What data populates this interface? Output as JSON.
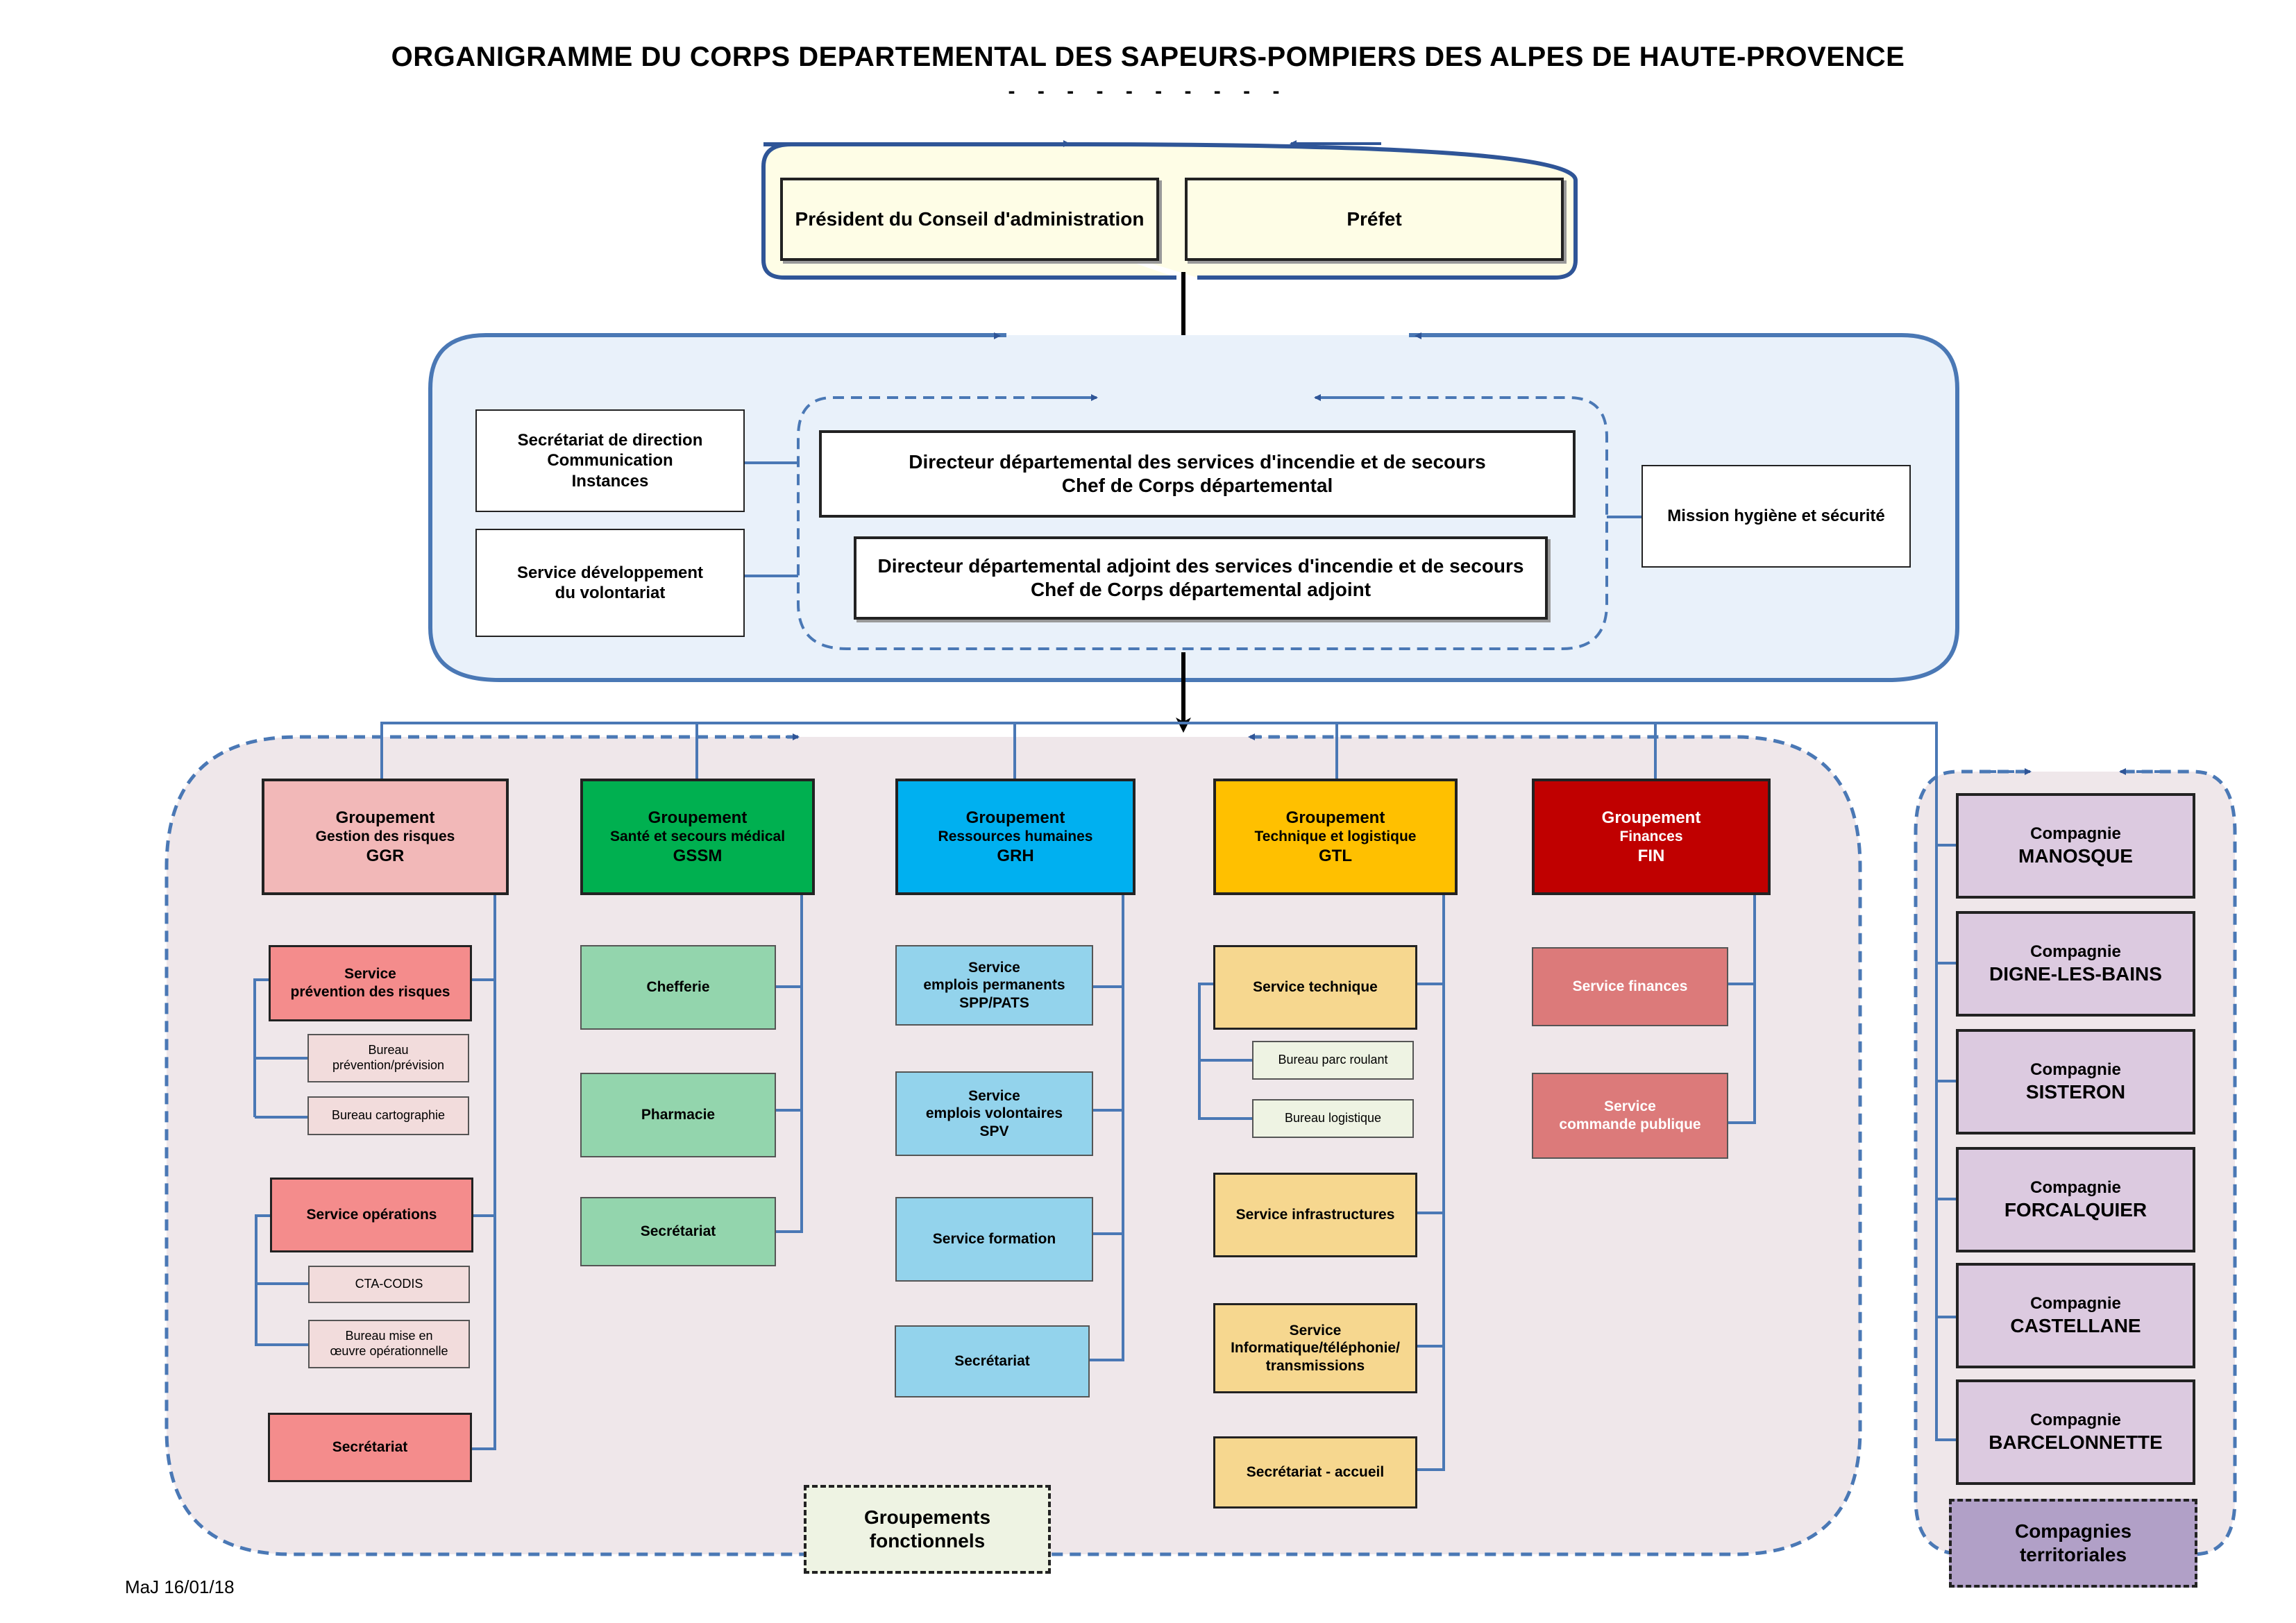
{
  "title": "Organigramme du Corps departemental des sapeurs-pompiers des Alpes de Haute-Provence",
  "title_display": "ORGANIGRAMME DU CORPS DEPARTEMENTAL DES SAPEURS-POMPIERS DES ALPES DE HAUTE-PROVENCE",
  "title_underline": "- - - - - - - - - -",
  "top": {
    "president": "Président du Conseil d'administration",
    "prefet": "Préfet"
  },
  "direction": {
    "secretariat": "Secrétariat de direction\nCommunication\nInstances",
    "volontariat": "Service développement\ndu volontariat",
    "directeur": "Directeur départemental des services d'incendie et de secours\nChef de Corps départemental",
    "directeur_adjoint": "Directeur départemental adjoint des services d'incendie et de secours\nChef de Corps départemental adjoint",
    "mission": "Mission hygiène et sécurité"
  },
  "groupements": {
    "ggr": {
      "title": "Groupement",
      "sub": "Gestion des risques",
      "code": "GGR",
      "color": "#f2b8b8"
    },
    "gssm": {
      "title": "Groupement",
      "sub": "Santé et secours médical",
      "code": "GSSM",
      "color": "#00b050"
    },
    "grh": {
      "title": "Groupement",
      "sub": "Ressources humaines",
      "code": "GRH",
      "color": "#00b0f0"
    },
    "gtl": {
      "title": "Groupement",
      "sub": "Technique et logistique",
      "code": "GTL",
      "color": "#ffc000"
    },
    "fin": {
      "title": "Groupement",
      "sub": "Finances",
      "code": "FIN",
      "color": "#c00000"
    }
  },
  "ggr_items": {
    "prevention": "Service\nprévention des risques",
    "bureau_prevention": "Bureau\nprévention/prévision",
    "bureau_cartographie": "Bureau cartographie",
    "operations": "Service opérations",
    "cta": "CTA-CODIS",
    "bureau_mise": "Bureau mise en\nœuvre opérationnelle",
    "secretariat": "Secrétariat"
  },
  "gssm_items": {
    "chefferie": "Chefferie",
    "pharmacie": "Pharmacie",
    "secretariat": "Secrétariat"
  },
  "grh_items": {
    "spp": "Service\nemplois permanents\nSPP/PATS",
    "spv": "Service\nemplois volontaires\nSPV",
    "formation": "Service formation",
    "secretariat": "Secrétariat"
  },
  "gtl_items": {
    "technique": "Service technique",
    "parc": "Bureau parc roulant",
    "logistique": "Bureau logistique",
    "infrastructures": "Service infrastructures",
    "informatique": "Service\nInformatique/téléphonie/\ntransmissions",
    "accueil": "Secrétariat - accueil"
  },
  "fin_items": {
    "finances": "Service finances",
    "commande": "Service\ncommande publique"
  },
  "groupements_label": "Groupements\nfonctionnels",
  "compagnies": [
    {
      "label": "Compagnie",
      "name": "MANOSQUE"
    },
    {
      "label": "Compagnie",
      "name": "DIGNE-LES-BAINS"
    },
    {
      "label": "Compagnie",
      "name": "SISTERON"
    },
    {
      "label": "Compagnie",
      "name": "FORCALQUIER"
    },
    {
      "label": "Compagnie",
      "name": "CASTELLANE"
    },
    {
      "label": "Compagnie",
      "name": "BARCELONNETTE"
    }
  ],
  "compagnies_label": "Compagnies\nterritoriales",
  "maj": "MaJ 16/01/18",
  "colors": {
    "top_fill": "#fefde6",
    "dir_fill": "#e9f1fa",
    "zone_fill": "#efe7ea",
    "wire": "#4a78b5",
    "ggr_service": "#f48c8c",
    "ggr_bureau": "#f2dcdc",
    "gssm_service": "#93d5ad",
    "grh_service": "#93d3ec",
    "gtl_service": "#f6d78f",
    "gtl_bureau": "#eef3e3",
    "fin_service": "#dc7a7a",
    "compagnie": "#dccae0",
    "compagnies_label": "#b1a0c7"
  }
}
